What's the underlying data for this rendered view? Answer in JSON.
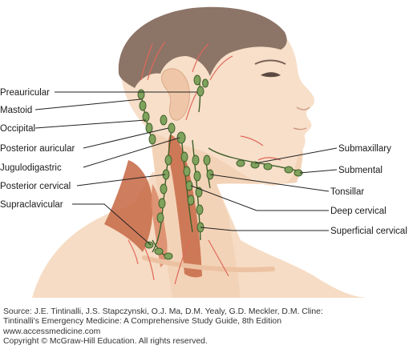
{
  "labels": {
    "preauricular": "Preauricular",
    "mastoid": "Mastoid",
    "occipital": "Occipital",
    "posterior_auricular": "Posterior auricular",
    "jugulodigastric": "Jugulodigastric",
    "posterior_cervical": "Posterior cervical",
    "supraclavicular": "Supraclavicular",
    "submaxillary": "Submaxillary",
    "submental": "Submental",
    "tonsillar": "Tonsillar",
    "deep_cervical": "Deep cervical",
    "superficial_cervical": "Superficial cervical"
  },
  "caption": {
    "source": "Source: J.E. Tintinalli, J.S. Stapczynski, O.J. Ma, D.M. Yealy, G.D. Meckler, D.M. Cline:",
    "book": "Tintinalli's Emergency Medicine: A Comprehensive Study Guide, 8th Edition",
    "website": "www.accessmedicine.com",
    "copyright": "Copyright © McGraw-Hill Education.  All rights reserved."
  },
  "colors": {
    "skin": "#f6dcc4",
    "skin_shadow": "#ecc2a2",
    "hair": "#8c7467",
    "muscle": "#c96f4c",
    "node": "#7fa25c",
    "node_dark": "#3f5f2a",
    "vessel_red": "#e0685a"
  }
}
